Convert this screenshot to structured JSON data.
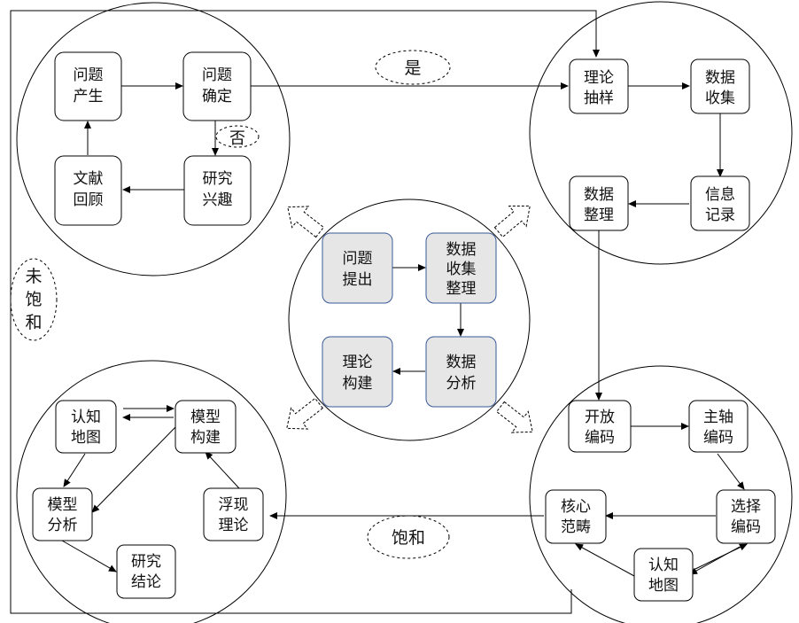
{
  "nodes": {
    "wenti_chansheng": [
      "问题",
      "产生"
    ],
    "wenti_queding": [
      "问题",
      "确定"
    ],
    "wenxian_huigu": [
      "文献",
      "回顾"
    ],
    "yanjiu_xingqu": [
      "研究",
      "兴趣"
    ],
    "lilun_chouyang": [
      "理论",
      "抽样"
    ],
    "shuju_shouji": [
      "数据",
      "收集"
    ],
    "shuju_zhengli": [
      "数据",
      "整理"
    ],
    "xinxi_jilu": [
      "信息",
      "记录"
    ],
    "center_tichu": [
      "问题",
      "提出"
    ],
    "center_shouji": [
      "数据",
      "收集",
      "整理"
    ],
    "center_goujian": [
      "理论",
      "构建"
    ],
    "center_fenxi": [
      "数据",
      "分析"
    ],
    "renzhi_ditu_left": [
      "认知",
      "地图"
    ],
    "moxing_goujian": [
      "模型",
      "构建"
    ],
    "moxing_fenxi": [
      "模型",
      "分析"
    ],
    "fuxian_lilun": [
      "浮现",
      "理论"
    ],
    "yanjiu_jielun": [
      "研究",
      "结论"
    ],
    "kaifang_bianma": [
      "开放",
      "编码"
    ],
    "zhuzhou_bianma": [
      "主轴",
      "编码"
    ],
    "hexin_fanchou": [
      "核心",
      "范畴"
    ],
    "xuanze_bianma": [
      "选择",
      "编码"
    ],
    "renzhi_ditu_right": [
      "认知",
      "地图"
    ]
  },
  "labels": {
    "shi": "是",
    "fou": "否",
    "baohe": "饱和",
    "wei_baohe": [
      "未",
      "饱",
      "和"
    ]
  },
  "colors": {
    "stroke": "#000000",
    "center_fill": "#e6e6e6",
    "center_stroke": "#3a5a9a",
    "box_fill": "#ffffff"
  }
}
